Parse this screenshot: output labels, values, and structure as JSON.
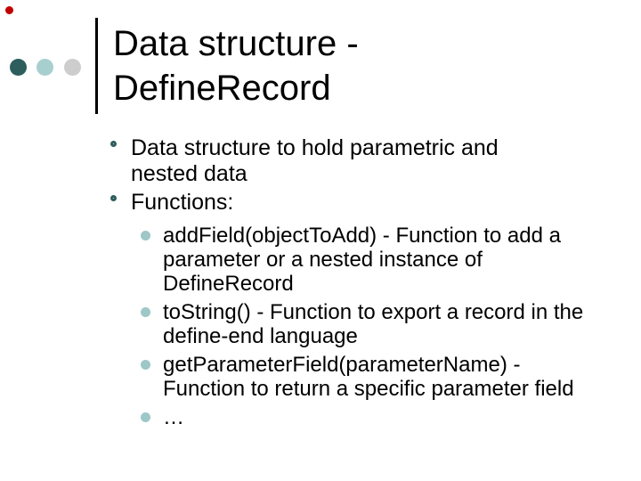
{
  "slide": {
    "title": {
      "line1": "Data structure -",
      "line2": "DefineRecord"
    },
    "body": {
      "items": [
        {
          "level": 1,
          "text": "Data structure to hold parametric and nested data"
        },
        {
          "level": 1,
          "text": "Functions:"
        },
        {
          "level": 2,
          "text": "addField(objectToAdd) - Function to add a parameter or a nested instance of DefineRecord"
        },
        {
          "level": 2,
          "text": "toString() - Function to export a record in the define-end language"
        },
        {
          "level": 2,
          "text": "getParameterField(parameterName) - Function to return a specific parameter field"
        },
        {
          "level": 2,
          "text": "…"
        }
      ]
    },
    "decor": {
      "icons": {
        "corner_dot": "red-dot-icon",
        "decoration_dots": [
          "dark-teal-dot-icon",
          "light-teal-dot-icon",
          "gray-dot-icon"
        ],
        "level1_bullet": "open-circle-bullet-icon",
        "level2_bullet": "filled-circle-bullet-icon"
      },
      "colors": {
        "corner_dot_red": "#c00000",
        "dot_dark_teal": "#2e5d5d",
        "dot_light_teal": "#a8cfcf",
        "dot_gray": "#cdcdcd",
        "divider_black": "#000000",
        "text_black": "#000000",
        "background_white": "#ffffff"
      }
    }
  }
}
